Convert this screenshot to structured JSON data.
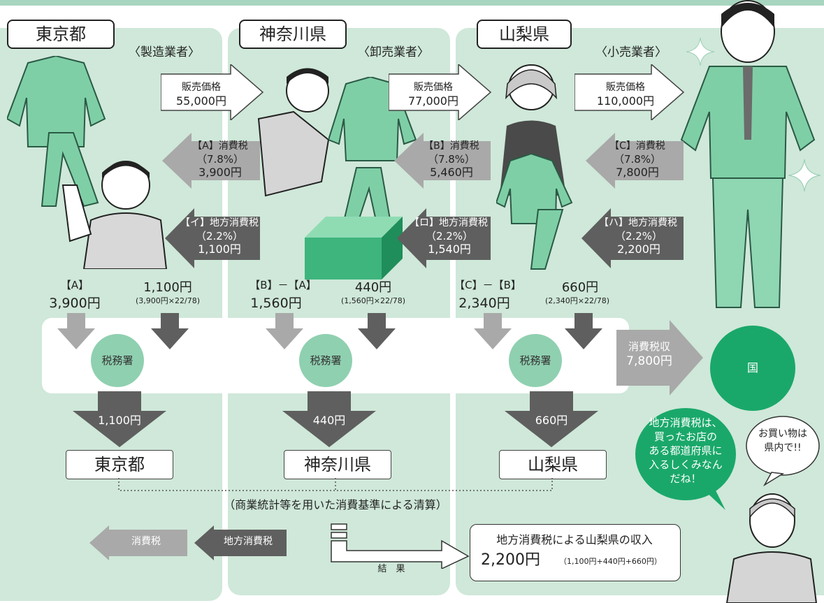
{
  "top_band_color": "#a8d5bf",
  "colors": {
    "panel": "#cfe8d9",
    "light_green": "#8fd0b0",
    "dark_green": "#1aa86a",
    "grey_arrow": "#a9a9a9",
    "dark_arrow": "#5f5f5f"
  },
  "tokyo": {
    "pref_label": "東京都",
    "role": "〈製造業者〉",
    "sale_label": "販売価格",
    "sale_value": "55,000円",
    "tax_label": "【A】消費税",
    "tax_rate": "（7.8%）",
    "tax_value": "3,900円",
    "local_label": "【イ】地方消費税",
    "local_rate": "（2.2%）",
    "local_value": "1,100円",
    "pay_nat_label": "【A】",
    "pay_nat_value": "3,900円",
    "pay_local_value": "1,100円",
    "pay_local_calc": "(3,900円×22/78)",
    "office": "税務署",
    "transfer": "1,100円",
    "dest": "東京都"
  },
  "kanagawa": {
    "pref_label": "神奈川県",
    "role": "〈卸売業者〉",
    "sale_label": "販売価格",
    "sale_value": "77,000円",
    "tax_label": "【B】消費税",
    "tax_rate": "（7.8%）",
    "tax_value": "5,460円",
    "local_label": "【ロ】地方消費税",
    "local_rate": "（2.2%）",
    "local_value": "1,540円",
    "pay_nat_label": "【B】－【A】",
    "pay_nat_value": "1,560円",
    "pay_local_value": "440円",
    "pay_local_calc": "(1,560円×22/78)",
    "office": "税務署",
    "transfer": "440円",
    "dest": "神奈川県"
  },
  "yamanashi": {
    "pref_label": "山梨県",
    "role": "〈小売業者〉",
    "sale_label": "販売価格",
    "sale_value": "110,000円",
    "tax_label": "【C】消費税",
    "tax_rate": "（7.8%）",
    "tax_value": "7,800円",
    "local_label": "【ハ】地方消費税",
    "local_rate": "（2.2%）",
    "local_value": "2,200円",
    "pay_nat_label": "【C】－【B】",
    "pay_nat_value": "2,340円",
    "pay_local_value": "660円",
    "pay_local_calc": "(2,340円×22/78)",
    "office": "税務署",
    "transfer": "660円",
    "dest": "山梨県"
  },
  "national": {
    "label": "消費税収",
    "value": "7,800円",
    "circle": "国"
  },
  "settlement_note": "（商業統計等を用いた消費基準による清算）",
  "legend": {
    "national_tax": "消費税",
    "local_tax": "地方消費税"
  },
  "result": {
    "arrow_label": "結　果",
    "title": "地方消費税による山梨県の収入",
    "amount": "2,200円",
    "breakdown": "（1,100円+440円+660円）"
  },
  "speech": {
    "main_lines": [
      "地方消費税は、",
      "買ったお店の",
      "ある都道府県に",
      "入るしくみなん",
      "だね！"
    ],
    "small_lines": [
      "お買い物は",
      "県内で!!"
    ]
  },
  "icons": [
    "suit-icon",
    "worker-icon",
    "wholesaler-icon",
    "box-icon",
    "clerk-icon",
    "customer-icon",
    "thinking-man-icon",
    "sparkle-icon"
  ]
}
